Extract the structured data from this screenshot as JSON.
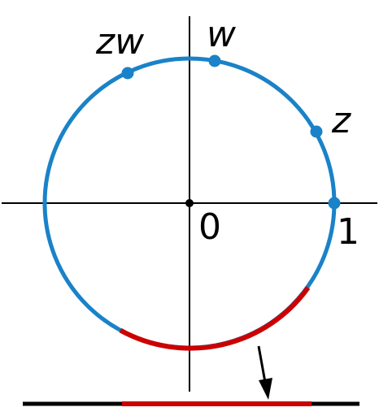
{
  "labels": {
    "origin": "0",
    "one": "1",
    "z": "z",
    "w": "w",
    "zw": "zw"
  },
  "colors": {
    "circle": "#1a82c8",
    "highlight": "#cc0000",
    "axes": "#000000"
  }
}
